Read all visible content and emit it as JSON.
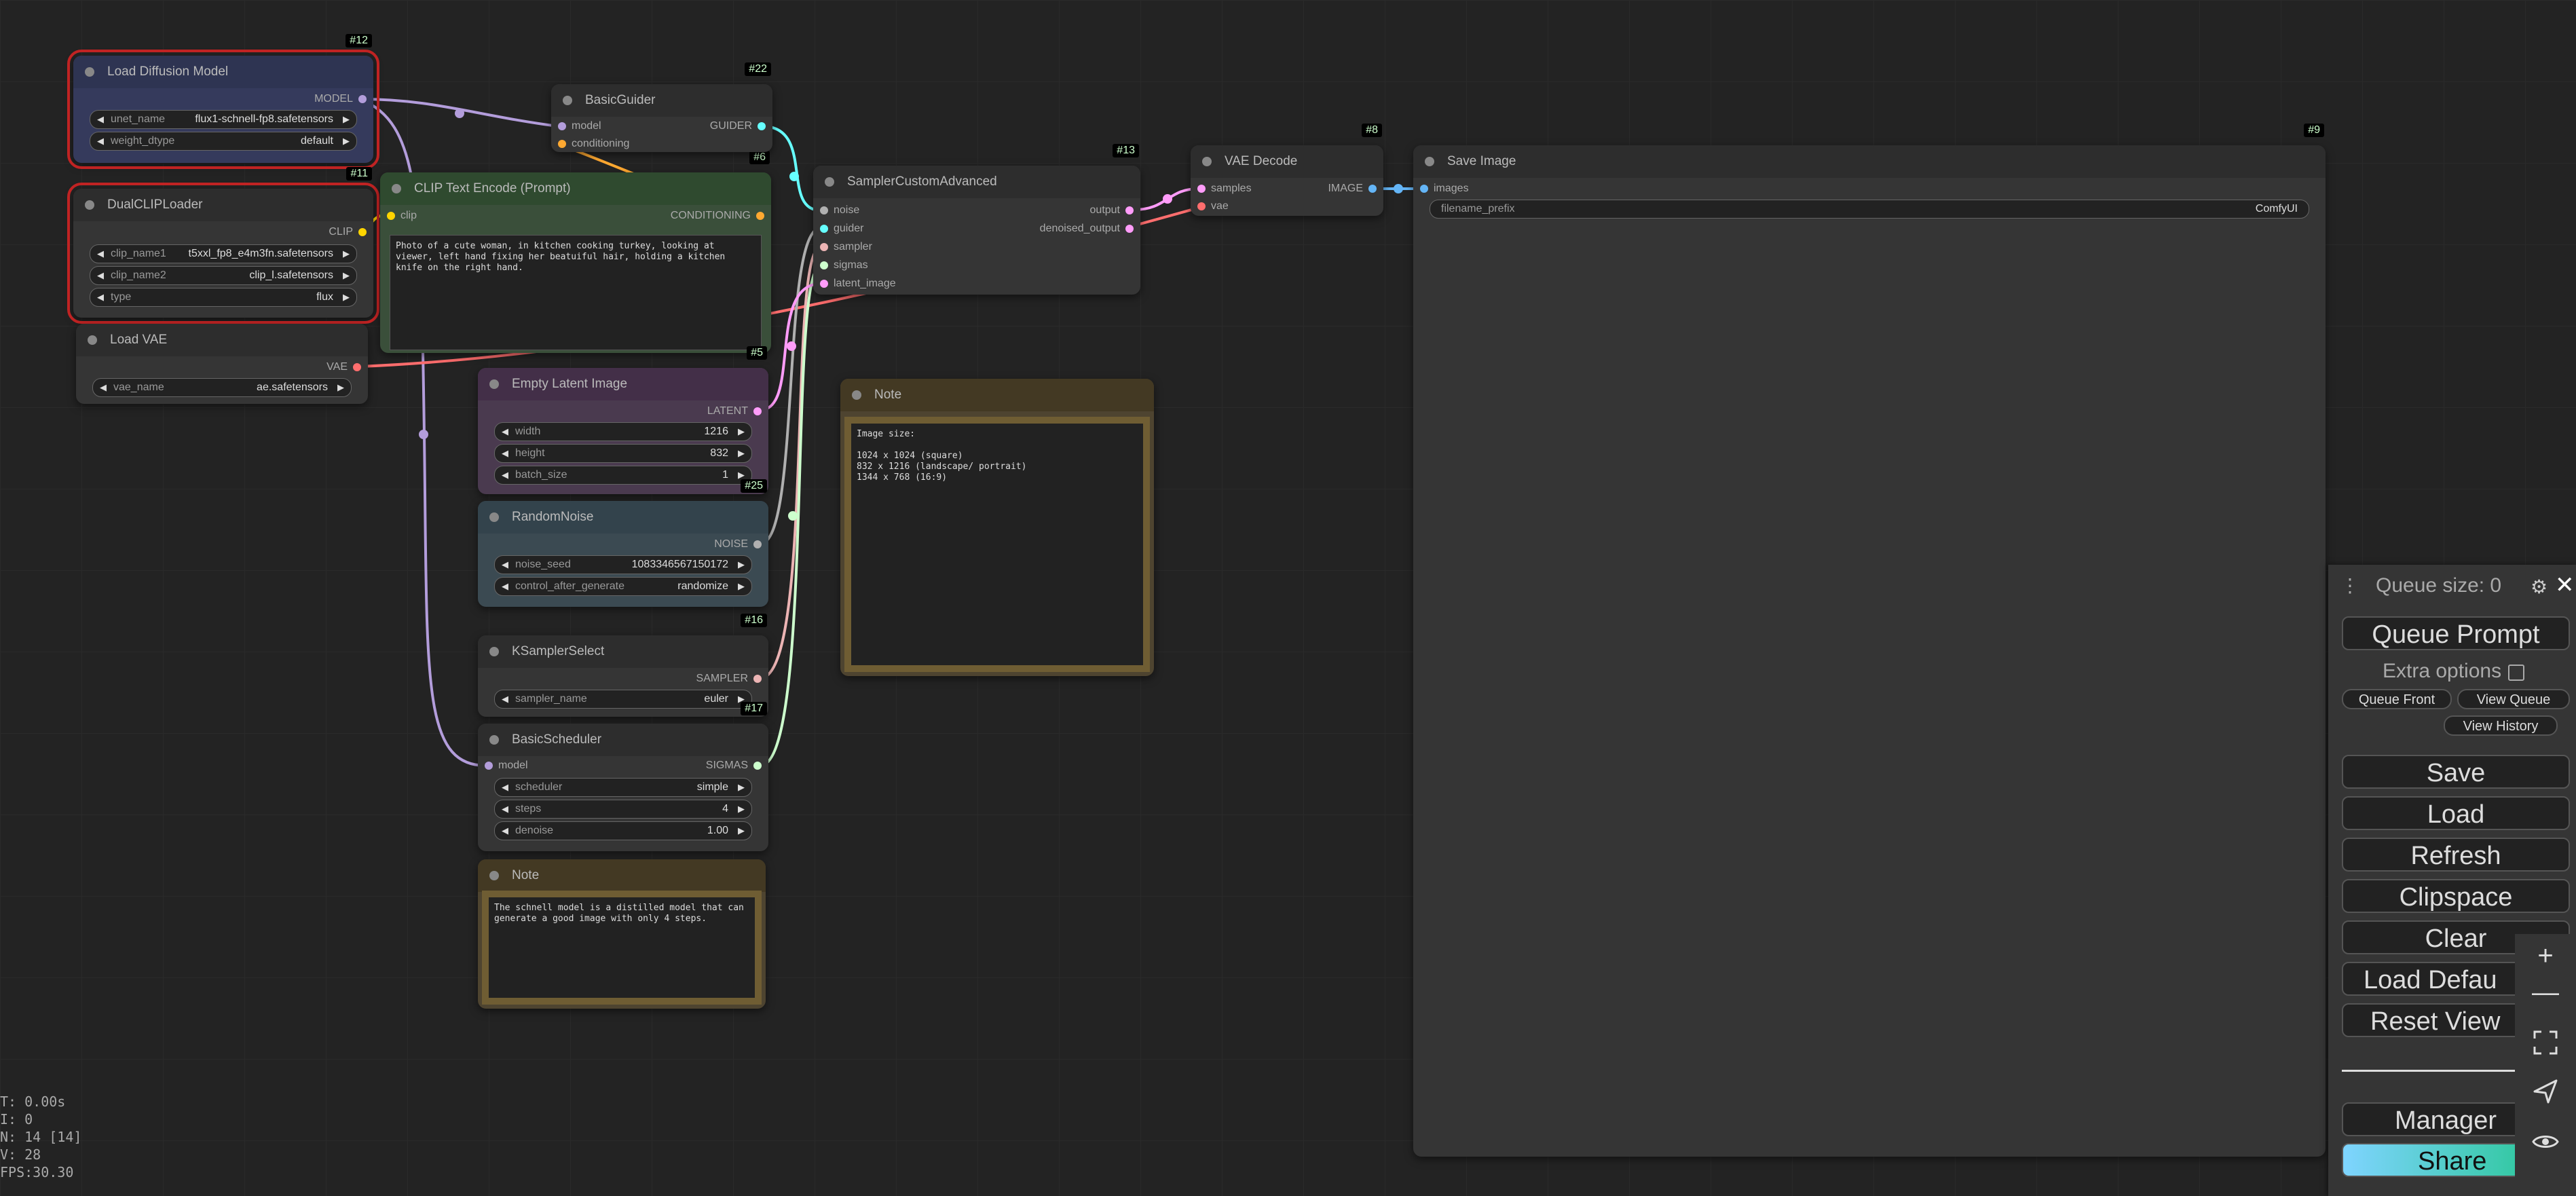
{
  "colors": {
    "model": "#b39ddb",
    "clip": "#ffd500",
    "conditioning": "#ffa931",
    "vae": "#ff6e6e",
    "latent": "#ff9cf9",
    "image": "#64b5f6",
    "guider": "#66ffff",
    "noise": "#b0b0b0",
    "sampler": "#ecb4b4",
    "sigmas": "#cdffcd",
    "border_selected": "#c02323"
  },
  "nodes": {
    "load_diffusion": {
      "id": "#12",
      "title": "Load Diffusion Model",
      "out": "MODEL",
      "w1": {
        "name": "unet_name",
        "value": "flux1-schnell-fp8.safetensors"
      },
      "w2": {
        "name": "weight_dtype",
        "value": "default"
      }
    },
    "dual_clip": {
      "id": "#11",
      "title": "DualCLIPLoader",
      "out": "CLIP",
      "w1": {
        "name": "clip_name1",
        "value": "t5xxl_fp8_e4m3fn.safetensors"
      },
      "w2": {
        "name": "clip_name2",
        "value": "clip_l.safetensors"
      },
      "w3": {
        "name": "type",
        "value": "flux"
      }
    },
    "load_vae": {
      "title": "Load VAE",
      "out": "VAE",
      "w1": {
        "name": "vae_name",
        "value": "ae.safetensors"
      }
    },
    "clip_text": {
      "id": "#6",
      "title": "CLIP Text Encode (Prompt)",
      "in": "clip",
      "out": "CONDITIONING",
      "text": "Photo of a cute woman, in kitchen cooking turkey, looking at viewer, left hand fixing her beatuiful hair, holding a kitchen knife on the right hand."
    },
    "basic_guider": {
      "id": "#22",
      "title": "BasicGuider",
      "in1": "model",
      "in2": "conditioning",
      "out": "GUIDER"
    },
    "sampler_custom": {
      "id": "#13",
      "title": "SamplerCustomAdvanced",
      "in1": "noise",
      "in2": "guider",
      "in3": "sampler",
      "in4": "sigmas",
      "in5": "latent_image",
      "out1": "output",
      "out2": "denoised_output"
    },
    "vae_decode": {
      "id": "#8",
      "title": "VAE Decode",
      "in1": "samples",
      "in2": "vae",
      "out": "IMAGE"
    },
    "save_image": {
      "id": "#9",
      "title": "Save Image",
      "in": "images",
      "w1": {
        "name": "filename_prefix",
        "value": "ComfyUI"
      }
    },
    "empty_latent": {
      "id": "#5",
      "title": "Empty Latent Image",
      "out": "LATENT",
      "w1": {
        "name": "width",
        "value": "1216"
      },
      "w2": {
        "name": "height",
        "value": "832"
      },
      "w3": {
        "name": "batch_size",
        "value": "1"
      }
    },
    "random_noise": {
      "id": "#25",
      "title": "RandomNoise",
      "out": "NOISE",
      "w1": {
        "name": "noise_seed",
        "value": "1083346567150172"
      },
      "w2": {
        "name": "control_after_generate",
        "value": "randomize"
      }
    },
    "ksampler_select": {
      "id": "#16",
      "title": "KSamplerSelect",
      "out": "SAMPLER",
      "w1": {
        "name": "sampler_name",
        "value": "euler"
      }
    },
    "basic_scheduler": {
      "id": "#17",
      "title": "BasicScheduler",
      "in": "model",
      "out": "SIGMAS",
      "w1": {
        "name": "scheduler",
        "value": "simple"
      },
      "w2": {
        "name": "steps",
        "value": "4"
      },
      "w3": {
        "name": "denoise",
        "value": "1.00"
      }
    },
    "note1": {
      "title": "Note",
      "text": "Image size:\n\n1024 x 1024 (square)\n832 x 1216 (landscape/ portrait)\n1344 x 768 (16:9)"
    },
    "note2": {
      "title": "Note",
      "text": "The schnell model is a distilled model that can generate a good image with only 4 steps."
    }
  },
  "menu": {
    "queue_size": "Queue size: 0",
    "queue_prompt": "Queue Prompt",
    "extra_options": "Extra options",
    "queue_front": "Queue Front",
    "view_queue": "View Queue",
    "view_history": "View History",
    "save": "Save",
    "load": "Load",
    "refresh": "Refresh",
    "clipspace": "Clipspace",
    "clear": "Clear",
    "load_default": "Load Defau",
    "reset_view": "Reset View",
    "manager": "Manager",
    "share": "Share"
  },
  "zoom": {
    "plus": "+",
    "minus": "—"
  },
  "stats": {
    "l1": "T: 0.00s",
    "l2": "I: 0",
    "l3": "N: 14 [14]",
    "l4": "V: 28",
    "l5": "FPS:30.30"
  }
}
